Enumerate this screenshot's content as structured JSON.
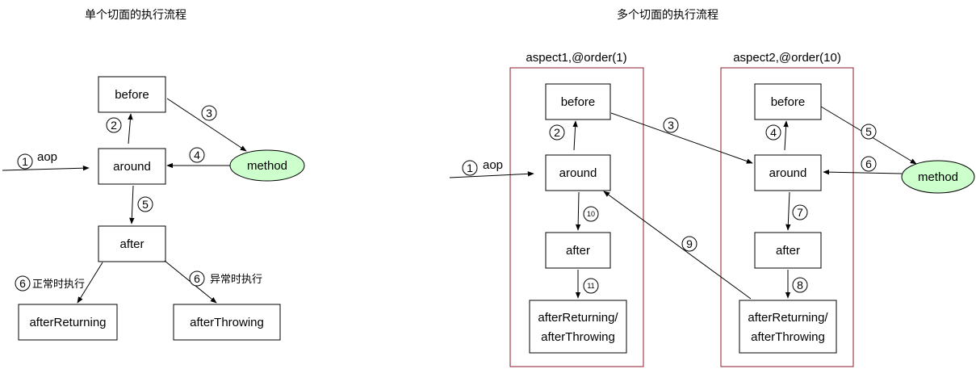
{
  "titles": {
    "single": "单个切面的执行流程",
    "multi": "多个切面的执行流程"
  },
  "single": {
    "before": "before",
    "around": "around",
    "after": "after",
    "method": "method",
    "after_returning": "afterReturning",
    "after_throwing": "afterThrowing",
    "aop": "aop",
    "normal_exec": "正常时执行",
    "exception_exec": "异常时执行",
    "steps": [
      "1",
      "2",
      "3",
      "4",
      "5",
      "6",
      "6"
    ]
  },
  "multi": {
    "aspect1_label": "aspect1,@order(1)",
    "aspect2_label": "aspect2,@order(10)",
    "before": "before",
    "around": "around",
    "after": "after",
    "method": "method",
    "aop": "aop",
    "final_line1": "afterReturning/",
    "final_line2": "afterThrowing",
    "steps": [
      "1",
      "2",
      "3",
      "4",
      "5",
      "6",
      "7",
      "8",
      "9",
      "10",
      "11"
    ]
  },
  "colors": {
    "group_border": "#8b1a2e",
    "method_fill": "#ccffcc"
  }
}
